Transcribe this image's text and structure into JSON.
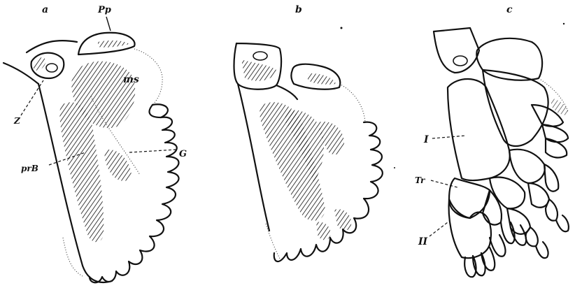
{
  "panels": [
    {
      "id": "a",
      "label": "a"
    },
    {
      "id": "b",
      "label": "b"
    },
    {
      "id": "c",
      "label": "c"
    }
  ],
  "labels": {
    "Pp": "Pp",
    "ms": "ms",
    "Z": "Z",
    "G": "G",
    "prB": "prB",
    "I": "I",
    "Tr": "Tr",
    "II": "II"
  },
  "colors": {
    "ink": "#111111",
    "paper": "#ffffff"
  }
}
